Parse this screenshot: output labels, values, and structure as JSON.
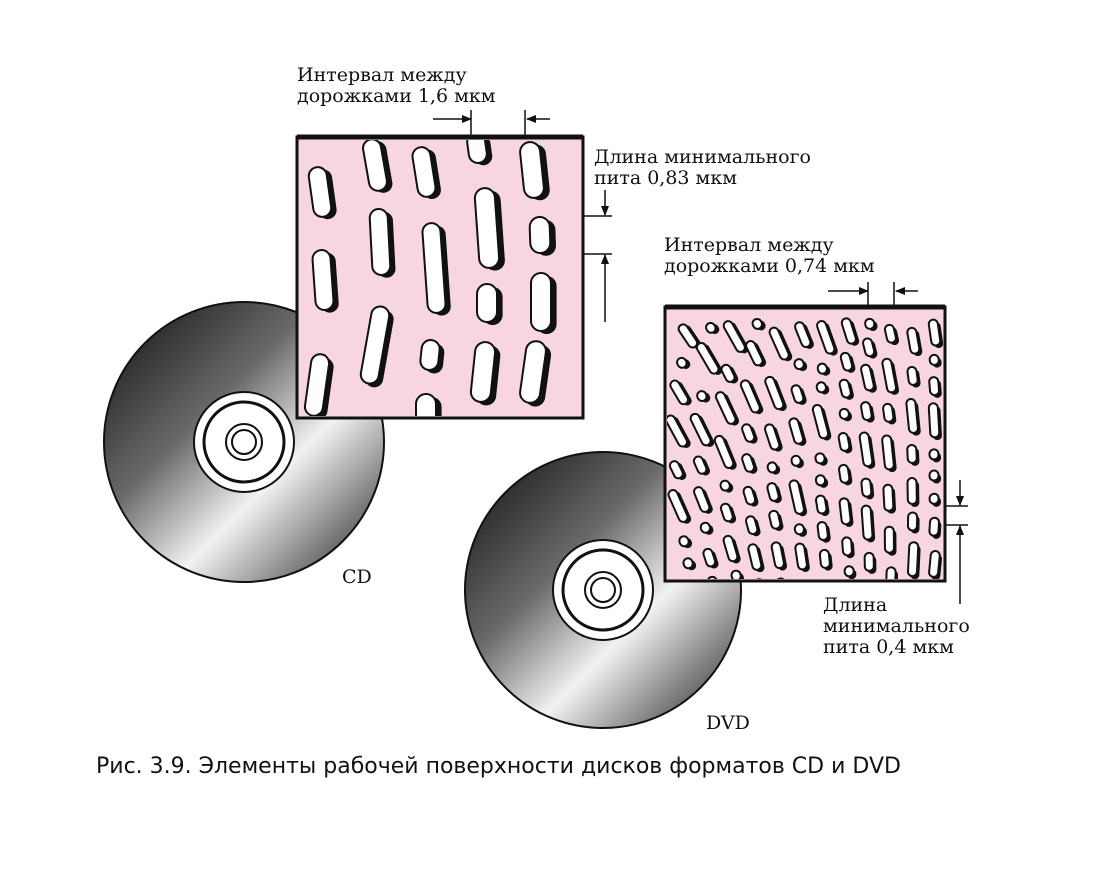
{
  "figure": {
    "cd": {
      "label": "CD",
      "track_pitch": [
        "Интервал между",
        "дорожками 1,6 мкм"
      ],
      "min_pit": [
        "Длина минимального",
        "пита 0,83 мкм"
      ]
    },
    "dvd": {
      "label": "DVD",
      "track_pitch": [
        "Интервал между",
        "дорожками 0,74 мкм"
      ],
      "min_pit": [
        "Длина",
        "минимального",
        "пита 0,4 мкм"
      ]
    },
    "caption": "Рис. 3.9. Элементы рабочей поверхности дисков форматов CD и DVD"
  },
  "colors": {
    "surface": "#f7d5e2",
    "ink": "#111111",
    "disc_dark": "#1a1a1a",
    "disc_light": "#e8e8e8"
  }
}
